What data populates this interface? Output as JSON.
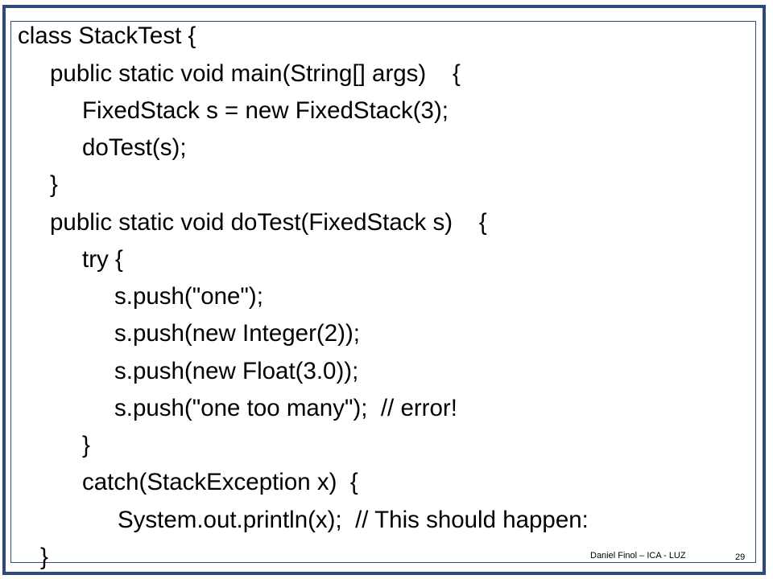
{
  "slide": {
    "code_lines": [
      "class StackTest {",
      "public static void main(String[] args)    {",
      "FixedStack s = new FixedStack(3);",
      "doTest(s);",
      "}",
      "public static void doTest(FixedStack s)    {",
      "try {",
      "s.push(\"one\");",
      "s.push(new Integer(2));",
      "s.push(new Float(3.0));",
      "s.push(\"one too many\");  // error!",
      "}",
      "catch(StackException x)  {",
      "System.out.println(x);  // This should happen:",
      "}"
    ],
    "footer": "Daniel Finol – ICA - LUZ",
    "page_number": "29"
  }
}
